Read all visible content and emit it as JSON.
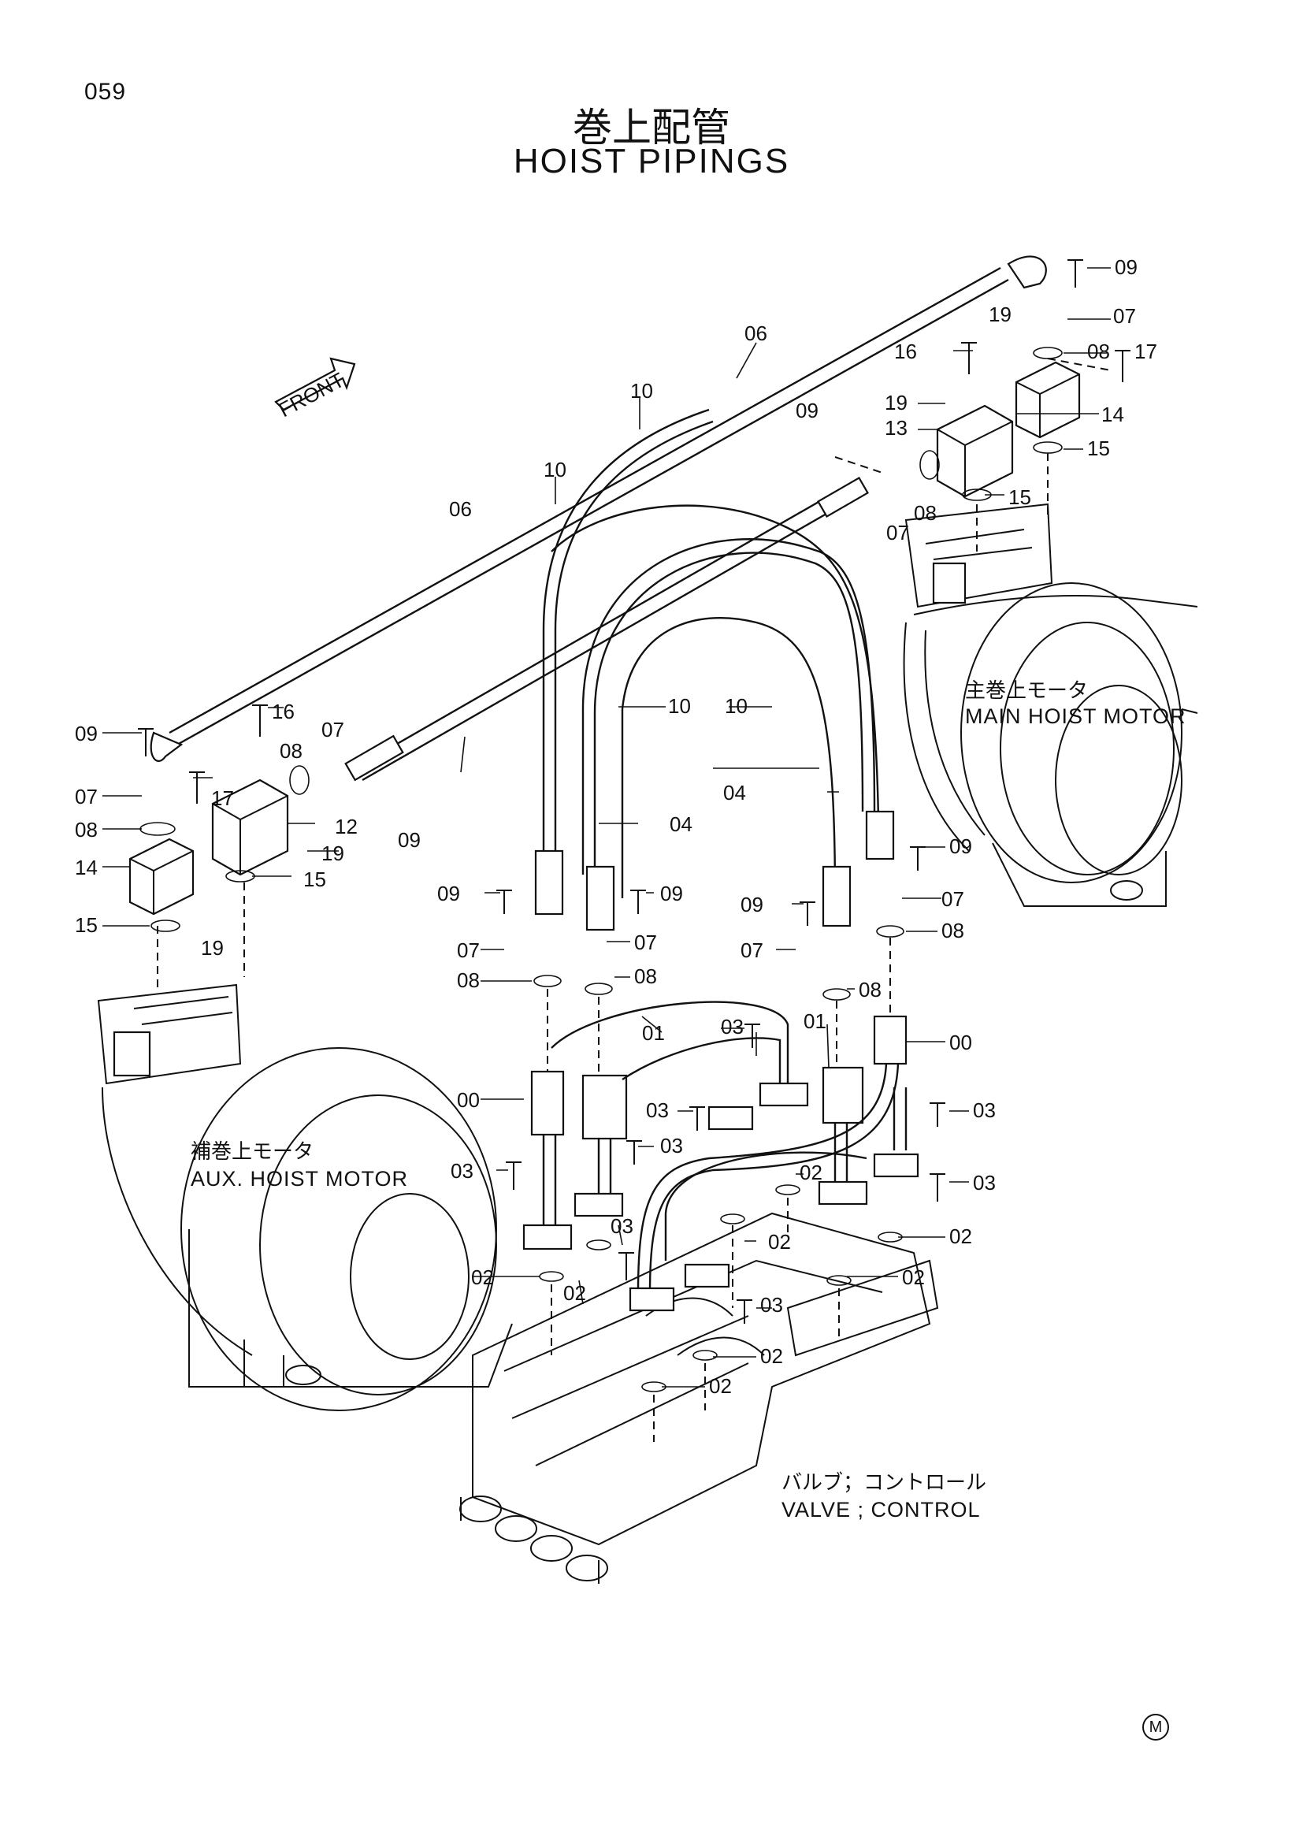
{
  "page": {
    "number": "059",
    "title_jp": "巻上配管",
    "title_en": "HOIST PIPINGS",
    "mark": "M"
  },
  "front_label": "FRONT",
  "components": {
    "main_motor_jp": "主巻上モータ",
    "main_motor_en": "MAIN HOIST MOTOR",
    "aux_motor_jp": "補巻上モータ",
    "aux_motor_en": "AUX. HOIST MOTOR",
    "valve_jp": "バルブ；コントロール",
    "valve_en": "VALVE ; CONTROL"
  },
  "callouts": {
    "c00a": "00",
    "c00b": "00",
    "c01a": "01",
    "c01b": "01",
    "c02a": "02",
    "c02b": "02",
    "c02c": "02",
    "c02d": "02",
    "c02e": "02",
    "c02f": "02",
    "c02g": "02",
    "c02h": "02",
    "c03a": "03",
    "c03b": "03",
    "c03c": "03",
    "c03d": "03",
    "c03e": "03",
    "c03f": "03",
    "c03g": "03",
    "c03h": "03",
    "c04a": "04",
    "c04b": "04",
    "c06a": "06",
    "c06b": "06",
    "c07a": "07",
    "c07b": "07",
    "c07c": "07",
    "c07d": "07",
    "c07e": "07",
    "c07f": "07",
    "c07g": "07",
    "c07h": "07",
    "c08a": "08",
    "c08b": "08",
    "c08c": "08",
    "c08d": "08",
    "c08e": "08",
    "c08f": "08",
    "c08g": "08",
    "c08h": "08",
    "c09a": "09",
    "c09b": "09",
    "c09c": "09",
    "c09d": "09",
    "c09e": "09",
    "c09f": "09",
    "c09g": "09",
    "c09h": "09",
    "c10a": "10",
    "c10b": "10",
    "c10c": "10",
    "c10d": "10",
    "c12": "12",
    "c13": "13",
    "c14a": "14",
    "c14b": "14",
    "c15a": "15",
    "c15b": "15",
    "c15c": "15",
    "c15d": "15",
    "c16a": "16",
    "c16b": "16",
    "c17a": "17",
    "c17b": "17",
    "c19a": "19",
    "c19b": "19",
    "c19c": "19",
    "c19d": "19"
  }
}
